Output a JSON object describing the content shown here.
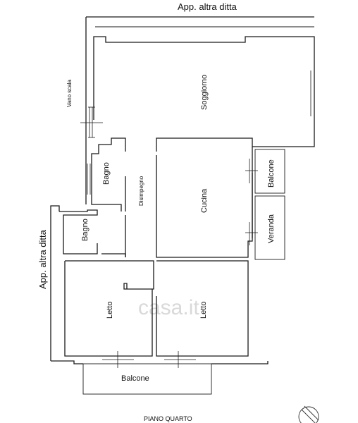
{
  "plan": {
    "title": "PIANO QUARTO",
    "neighbor_top": "App. altra ditta",
    "neighbor_left": "App. altra ditta",
    "stairwell": "Vano scala",
    "hallway": "Disimpegno",
    "rooms": {
      "living": "Soggiorno",
      "kitchen": "Cucina",
      "bathroom_upper": "Bagno",
      "bathroom_lower": "Bagno",
      "bedroom_left": "Letto",
      "bedroom_right": "Letto",
      "balcony_upper": "Balcone",
      "veranda": "Veranda",
      "balcony_bottom": "Balcone"
    },
    "watermark": "casa.it"
  }
}
